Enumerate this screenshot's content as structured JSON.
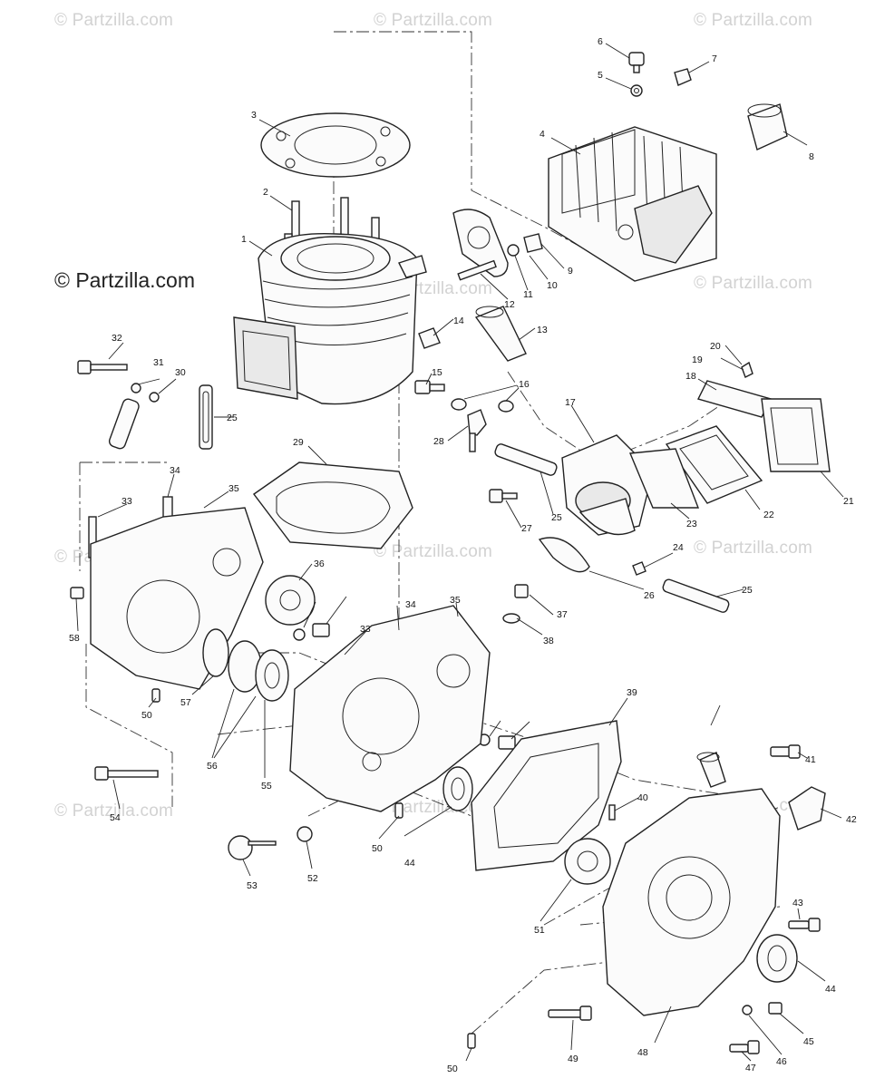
{
  "watermarks": {
    "text": "© Partzilla.com",
    "brand": "© Partzilla.com"
  },
  "callouts": [
    "1",
    "2",
    "3",
    "4",
    "5",
    "6",
    "7",
    "8",
    "9",
    "10",
    "11",
    "12",
    "13",
    "14",
    "15",
    "16",
    "17",
    "18",
    "19",
    "20",
    "21",
    "22",
    "23",
    "24",
    "25",
    "26",
    "27",
    "28",
    "29",
    "30",
    "31",
    "32",
    "33",
    "34",
    "35",
    "36",
    "37",
    "38",
    "39",
    "40",
    "41",
    "42",
    "43",
    "44",
    "45",
    "46",
    "47",
    "48",
    "49",
    "50",
    "51",
    "52",
    "53",
    "54",
    "55",
    "56",
    "57",
    "58"
  ]
}
